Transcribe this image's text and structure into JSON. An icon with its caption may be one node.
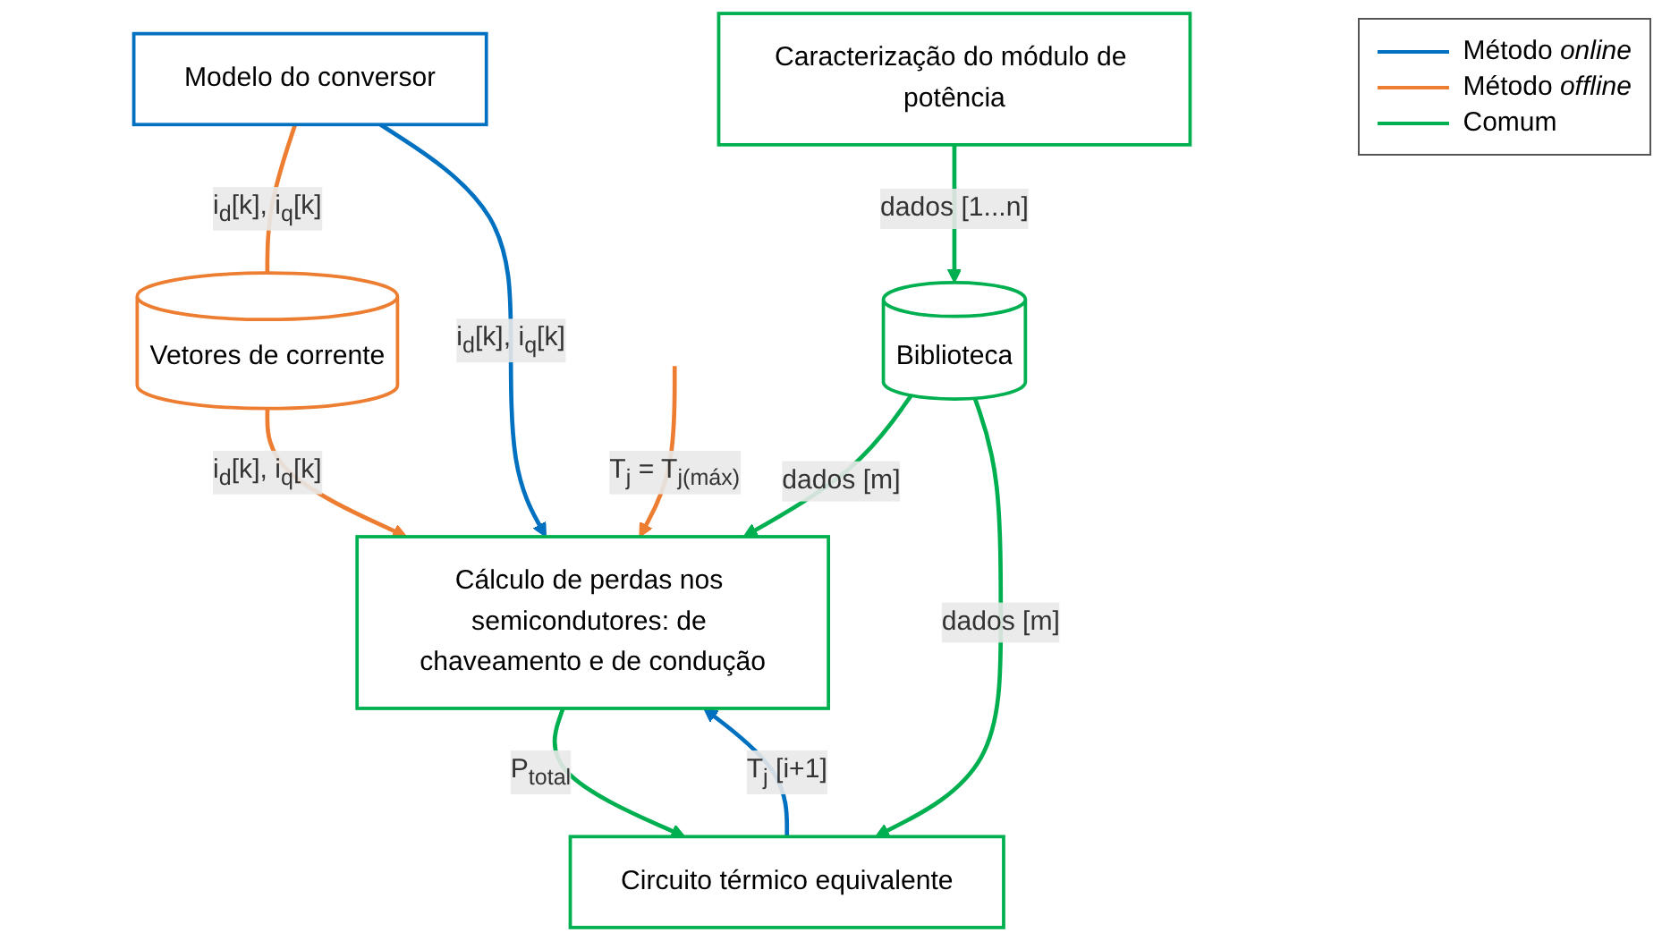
{
  "diagram": {
    "nodes": [
      {
        "text": [
          "Modelo do conversor"
        ]
      },
      {
        "text": [
          "Vetores de corrente"
        ]
      },
      {
        "text": [
          "Cálculo de perdas nos semicondutores: de chaveamento e de condução"
        ]
      },
      {
        "text": [
          "Circuito térmico equivalente"
        ]
      },
      {
        "text": [
          "Biblioteca"
        ]
      },
      {
        "text": [
          "Caracterização do módulo de potência"
        ]
      }
    ],
    "edges": [
      {
        "from": 0,
        "to": 1,
        "arrow": "none",
        "label": "i$_{d}$[k], i$_{q}$[k]",
        "color": "#ed7d31"
      },
      {
        "from": 1,
        "to": 2,
        "arrow": "to",
        "label": "i$_{d}$[k], i$_{q}$[k]",
        "color": "#ed7d31"
      },
      {
        "from": 0,
        "to": 2,
        "arrow": "to",
        "label": "i$_{d}$[k], i$_{q}$[k]",
        "color": "#0070c0"
      },
      {
        "from": 2,
        "to": 3,
        "arrow": "to",
        "label": "P$_{total}$"
      },
      {
        "from": 3,
        "to": 2,
        "arrow": "to",
        "label": "T$_{j}$ [i+1]",
        "color": "#0070c0"
      },
      {
        "from": null,
        "to": 2,
        "arrow": "to",
        "label": "T$_{j}$ = T$_{j(máx)}$",
        "color": "#ed7d31"
      },
      {
        "from": 4,
        "to": 2,
        "arrow": "to",
        "label": "dados [m]"
      },
      {
        "from": 4,
        "to": 3,
        "arrow": "to",
        "label": "dados [m]"
      },
      {
        "from": 5,
        "to": 4,
        "arrow": "to",
        "label": "dados [1...n]"
      }
    ],
    "legend": [
      {
        "text": "Método *online*"
      },
      {
        "text": "Método *offline*"
      },
      {
        "text": "Comum"
      }
    ]
  }
}
